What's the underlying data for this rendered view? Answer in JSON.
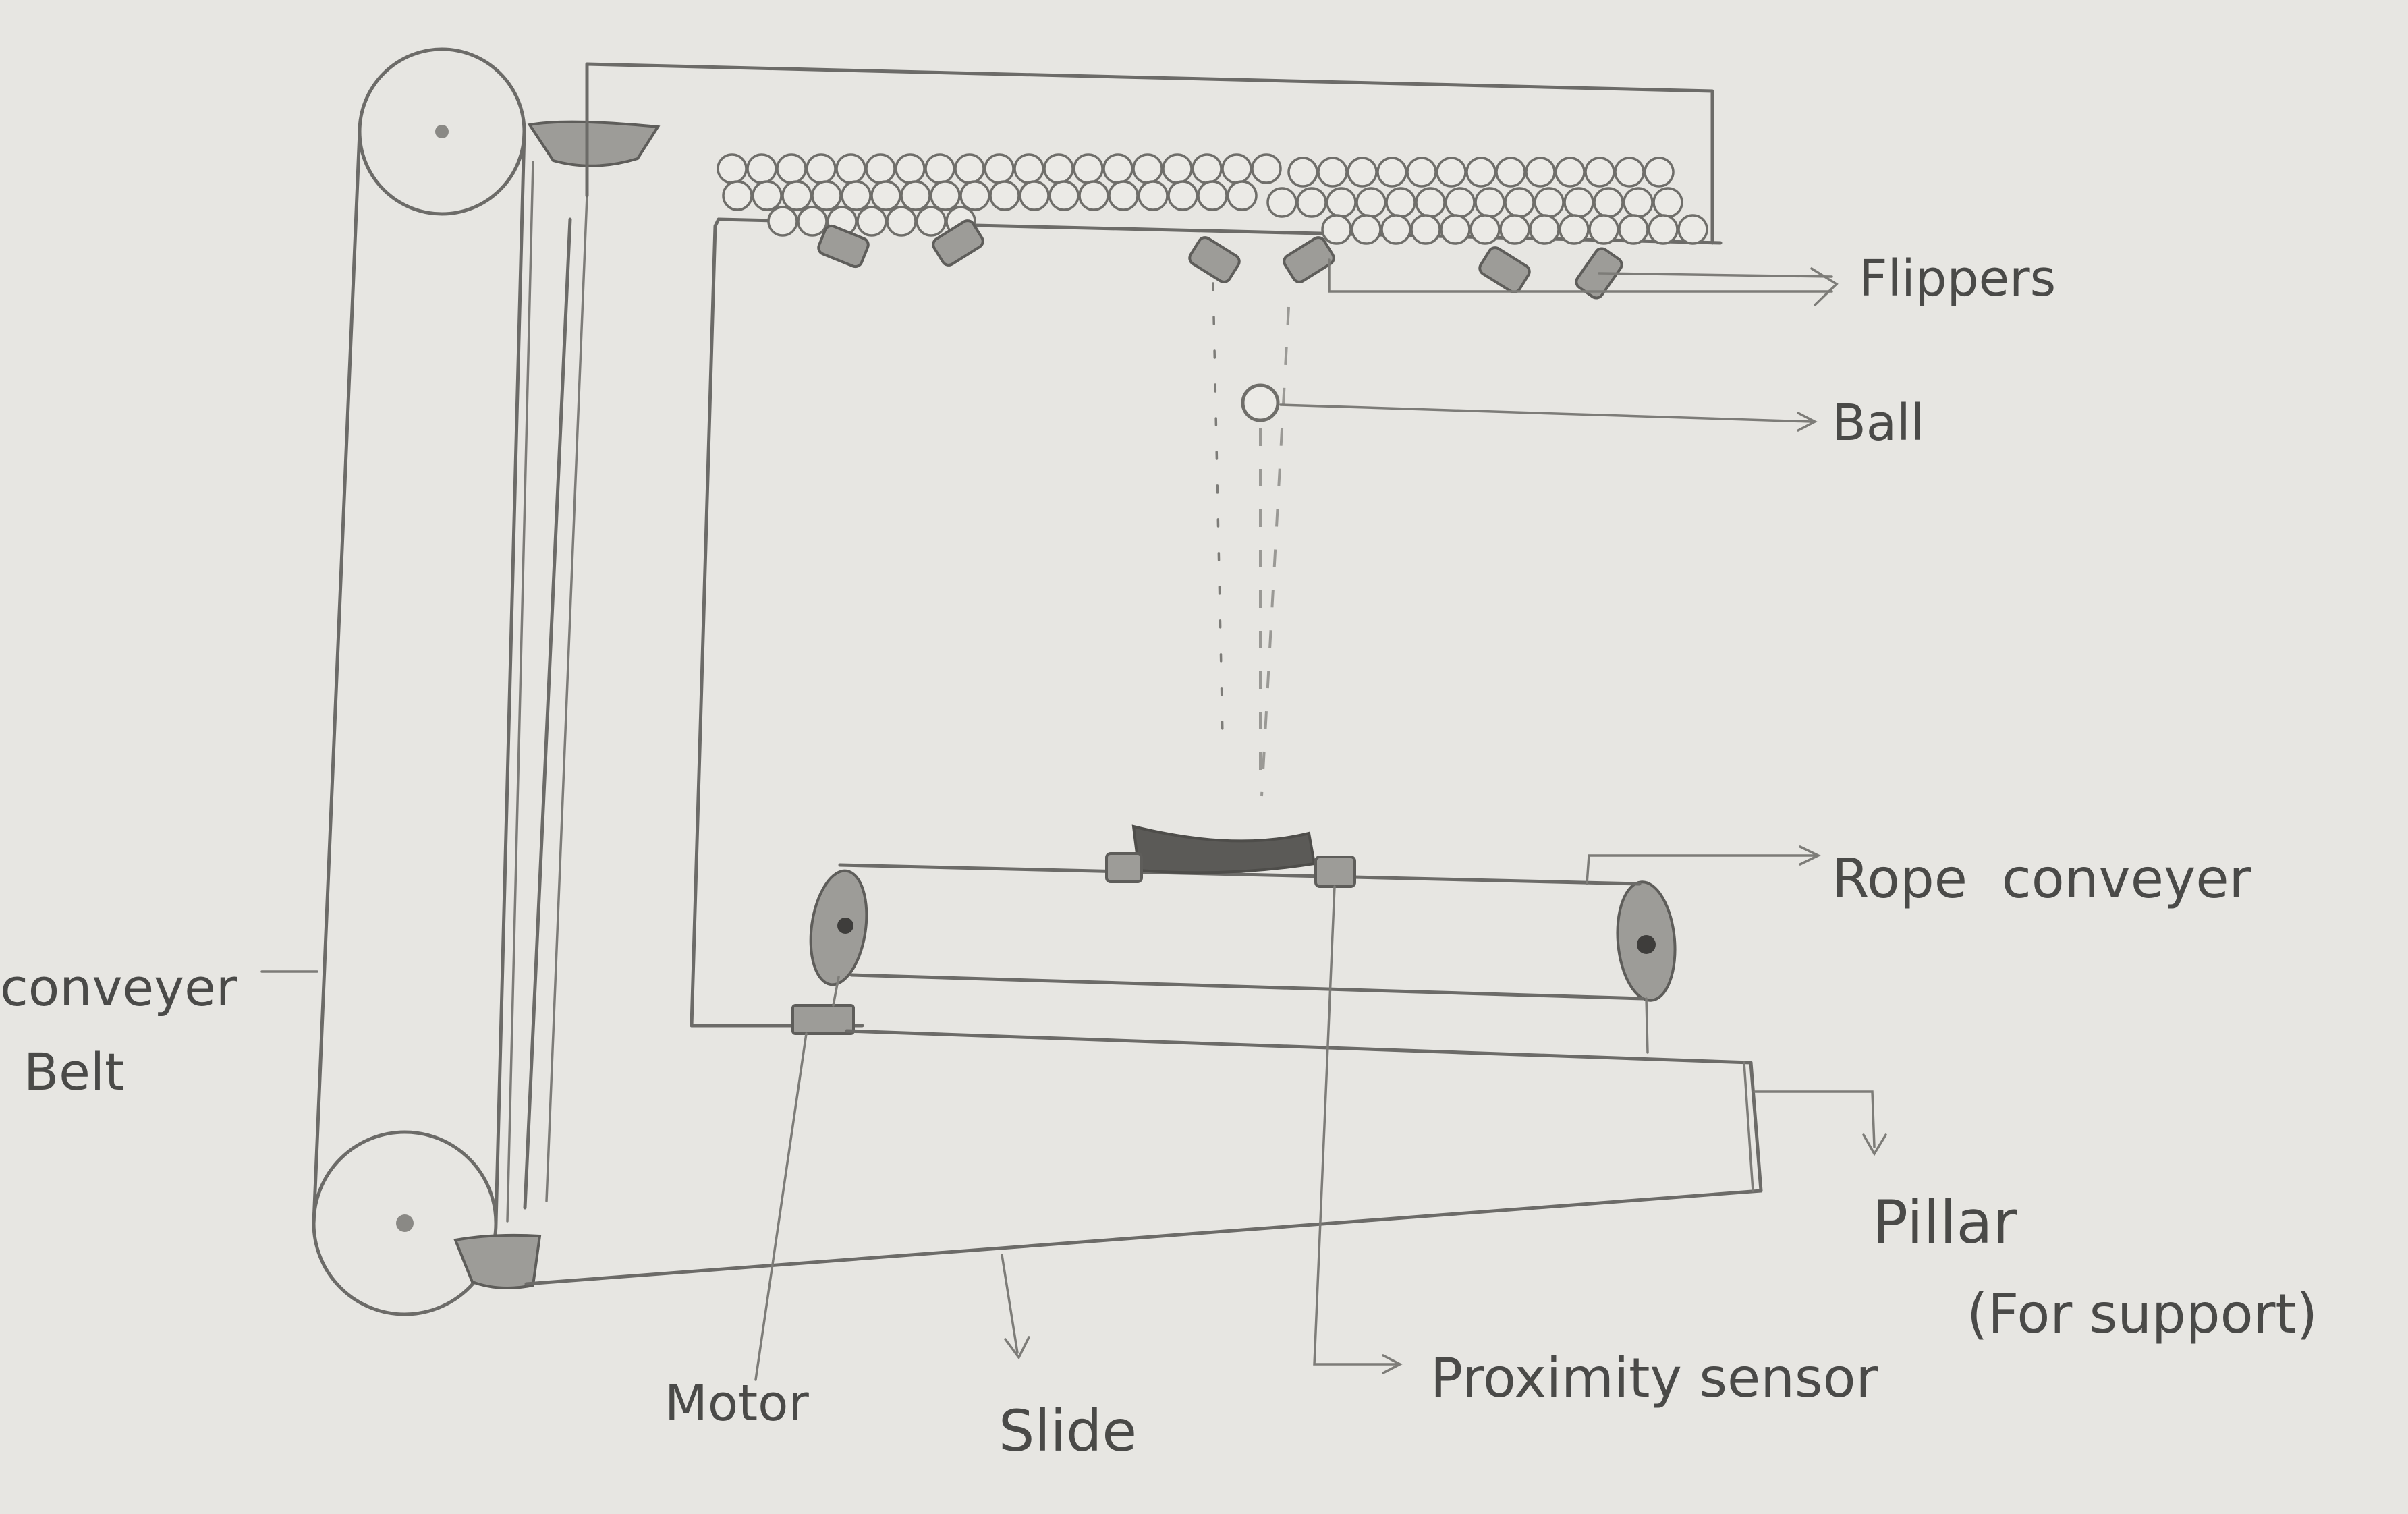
{
  "diagram": {
    "labels": {
      "flippers": "Flippers",
      "ball": "Ball",
      "rope_conveyer": "Rope  conveyer",
      "conveyer_belt_line1": "conveyer",
      "conveyer_belt_line2": "Belt",
      "pillar_line1": "Pillar",
      "pillar_line2": "(For support)",
      "motor": "Motor",
      "slide": "Slide",
      "proximity_sensor": "Proximity sensor"
    },
    "ink_color": "#6c6b68",
    "paper_color": "#e7e6e2"
  }
}
